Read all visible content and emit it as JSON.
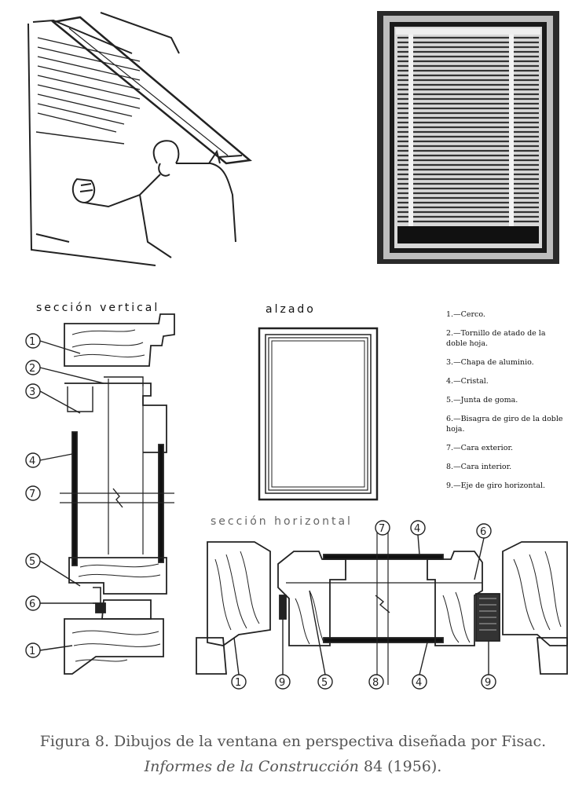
{
  "figure": {
    "labels": {
      "seccion_vertical": "sección vertical",
      "alzado": "alzado",
      "seccion_horizontal": "sección horizontal"
    },
    "legend": [
      "1.—Cerco.",
      "2.—Tornillo de atado de la doble hoja.",
      "3.—Chapa de aluminio.",
      "4.—Cristal.",
      "5.—Junta de goma.",
      "6.—Bisagra de giro de la doble hoja.",
      "7.—Cara exterior.",
      "8.—Cara interior.",
      "9.—Eje de giro horizontal."
    ],
    "vertical_callouts": [
      "1",
      "2",
      "3",
      "4",
      "7",
      "5",
      "6",
      "1"
    ],
    "horizontal_callouts_top": [
      "7",
      "4",
      "6"
    ],
    "horizontal_callouts_bottom": [
      "1",
      "9",
      "5",
      "8",
      "4",
      "9"
    ]
  },
  "caption": {
    "line1": "Figura 8. Dibujos de la ventana en perspectiva diseñada por Fisac.",
    "journal": "Informes de la Construcción",
    "issue": " 84 (1956)."
  }
}
